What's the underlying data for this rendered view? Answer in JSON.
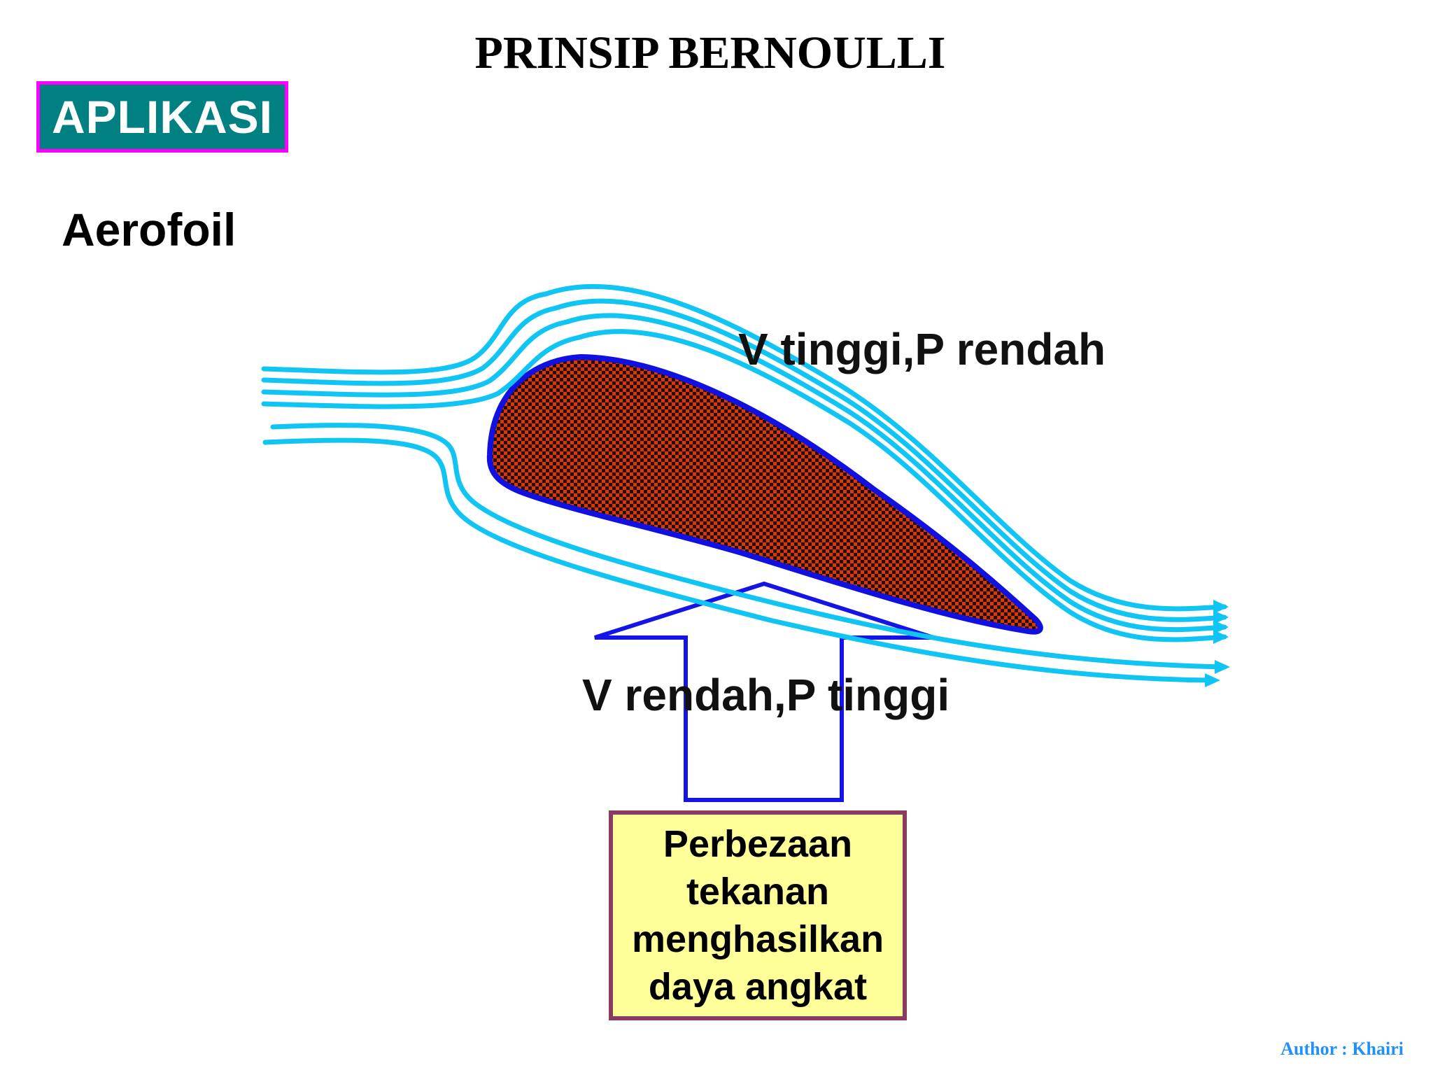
{
  "title": "PRINSIP BERNOULLI",
  "badge": {
    "label": "APLIKASI"
  },
  "subheading": "Aerofoil",
  "diagram": {
    "label_top": "V tinggi,P rendah",
    "label_bottom": "V rendah,P tinggi",
    "result_lines": [
      "Perbezaan",
      "tekanan",
      "menghasilkan",
      "daya angkat"
    ]
  },
  "colors": {
    "streamline": "#10c4f4",
    "aerofoil_fill": "#d23a0c",
    "aerofoil_outline": "#1010e0",
    "arrow_outline": "#1414e6",
    "badge_bg": "#008080",
    "badge_border": "#ff00ff",
    "result_bg": "#ffff99",
    "result_border": "#8b3a62"
  },
  "footer": {
    "author": "Author : Khairi"
  }
}
